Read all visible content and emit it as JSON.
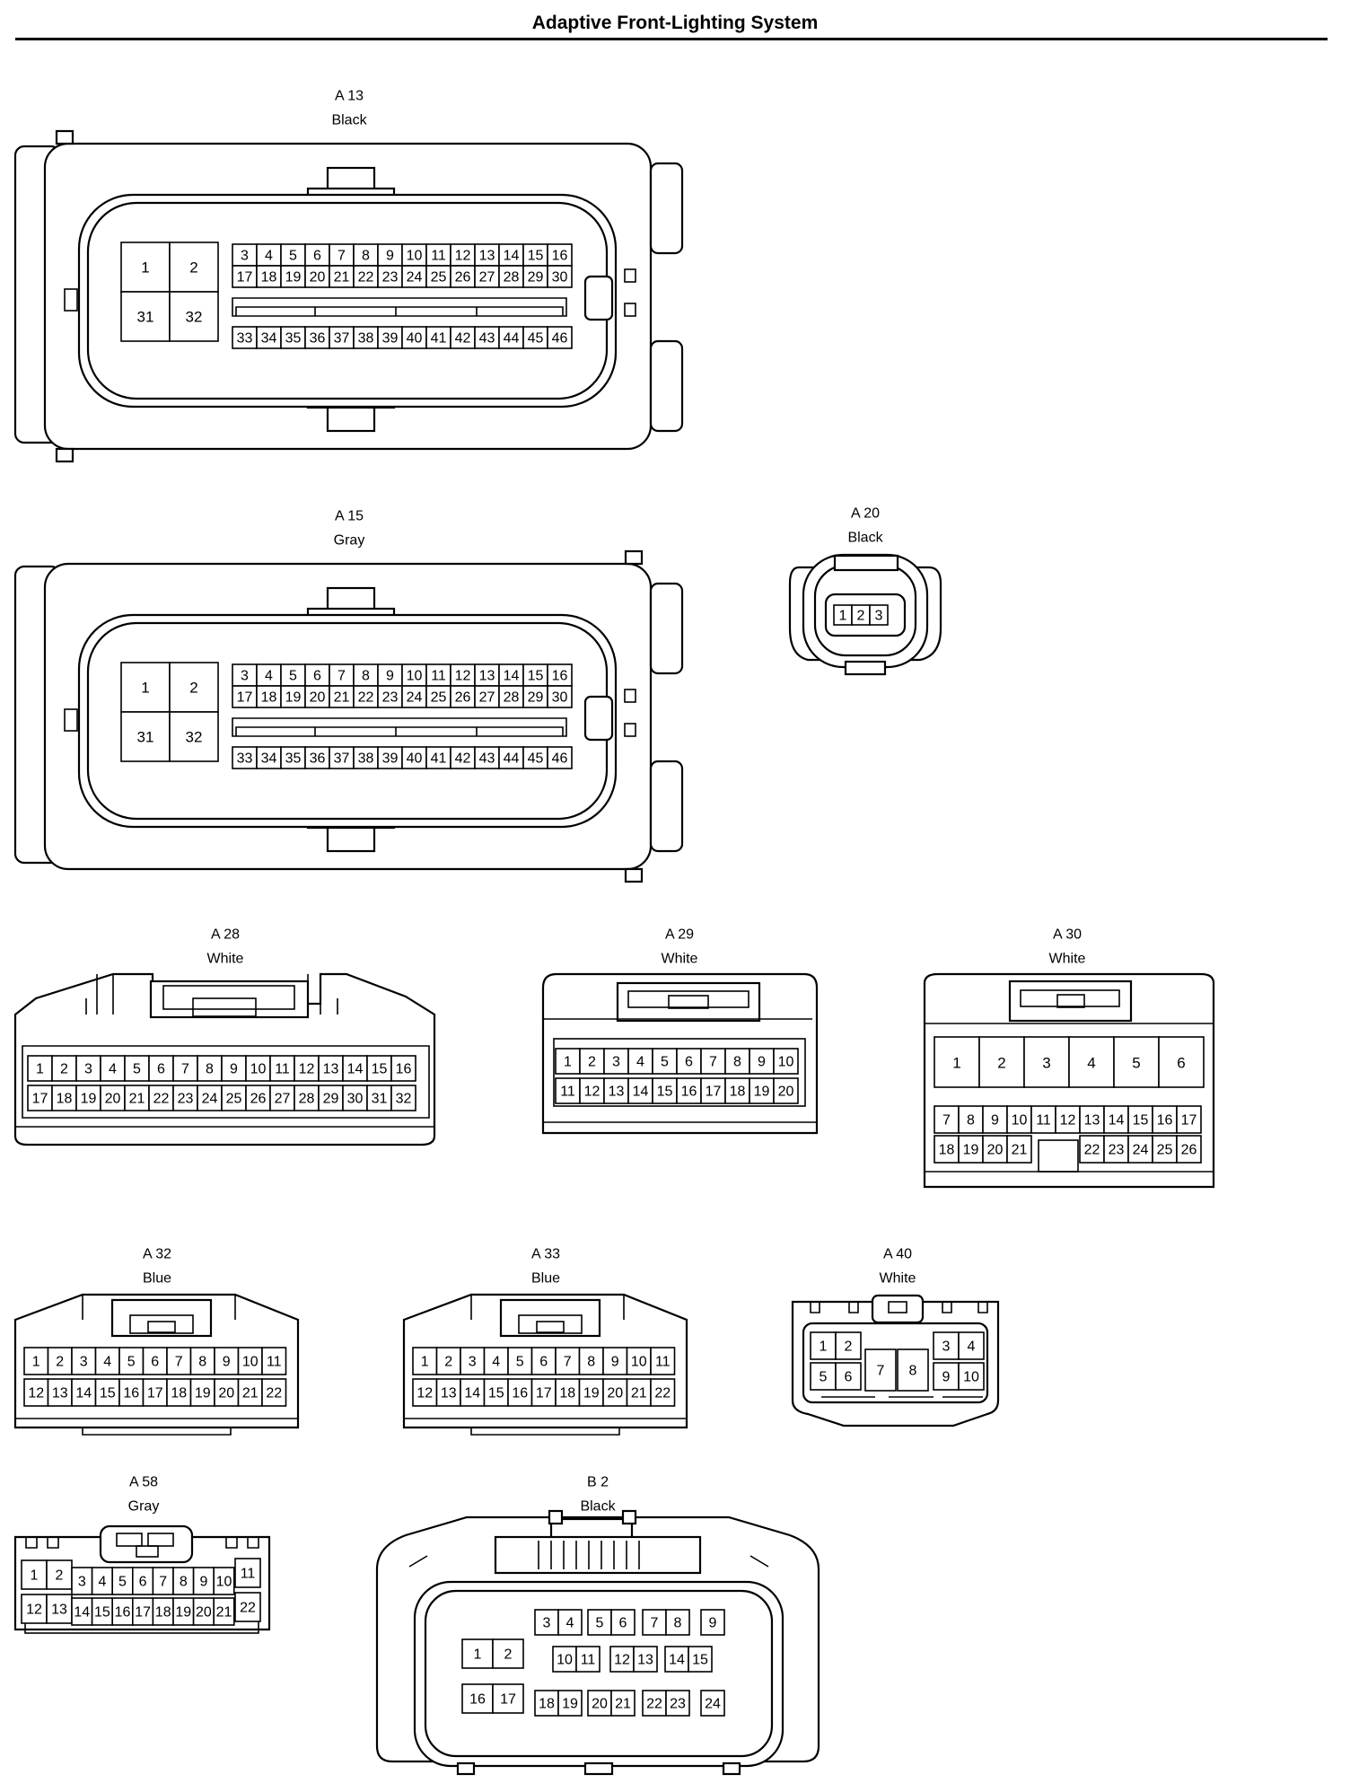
{
  "title": "Adaptive Front-Lighting System",
  "connectors": [
    {
      "id": "A 13",
      "color": "Black",
      "big_pins": [
        "1",
        "2",
        "31",
        "32"
      ],
      "rows": [
        [
          "3",
          "4",
          "5",
          "6",
          "7",
          "8",
          "9",
          "10",
          "11",
          "12",
          "13",
          "14",
          "15",
          "16"
        ],
        [
          "17",
          "18",
          "19",
          "20",
          "21",
          "22",
          "23",
          "24",
          "25",
          "26",
          "27",
          "28",
          "29",
          "30"
        ],
        [
          "33",
          "34",
          "35",
          "36",
          "37",
          "38",
          "39",
          "40",
          "41",
          "42",
          "43",
          "44",
          "45",
          "46"
        ]
      ]
    },
    {
      "id": "A 15",
      "color": "Gray",
      "big_pins": [
        "1",
        "2",
        "31",
        "32"
      ],
      "rows": [
        [
          "3",
          "4",
          "5",
          "6",
          "7",
          "8",
          "9",
          "10",
          "11",
          "12",
          "13",
          "14",
          "15",
          "16"
        ],
        [
          "17",
          "18",
          "19",
          "20",
          "21",
          "22",
          "23",
          "24",
          "25",
          "26",
          "27",
          "28",
          "29",
          "30"
        ],
        [
          "33",
          "34",
          "35",
          "36",
          "37",
          "38",
          "39",
          "40",
          "41",
          "42",
          "43",
          "44",
          "45",
          "46"
        ]
      ]
    },
    {
      "id": "A 20",
      "color": "Black",
      "rows": [
        [
          "1",
          "2",
          "3"
        ]
      ]
    },
    {
      "id": "A 28",
      "color": "White",
      "rows": [
        [
          "1",
          "2",
          "3",
          "4",
          "5",
          "6",
          "7",
          "8",
          "9",
          "10",
          "11",
          "12",
          "13",
          "14",
          "15",
          "16"
        ],
        [
          "17",
          "18",
          "19",
          "20",
          "21",
          "22",
          "23",
          "24",
          "25",
          "26",
          "27",
          "28",
          "29",
          "30",
          "31",
          "32"
        ]
      ]
    },
    {
      "id": "A 29",
      "color": "White",
      "rows": [
        [
          "1",
          "2",
          "3",
          "4",
          "5",
          "6",
          "7",
          "8",
          "9",
          "10"
        ],
        [
          "11",
          "12",
          "13",
          "14",
          "15",
          "16",
          "17",
          "18",
          "19",
          "20"
        ]
      ]
    },
    {
      "id": "A 30",
      "color": "White",
      "rows": [
        [
          "1",
          "2",
          "3",
          "4",
          "5",
          "6"
        ],
        [
          "7",
          "8",
          "9",
          "10",
          "11",
          "12",
          "13",
          "14",
          "15",
          "16",
          "17"
        ],
        [
          "18",
          "19",
          "20",
          "21",
          "22",
          "23",
          "24",
          "25",
          "26"
        ]
      ]
    },
    {
      "id": "A 32",
      "color": "Blue",
      "rows": [
        [
          "1",
          "2",
          "3",
          "4",
          "5",
          "6",
          "7",
          "8",
          "9",
          "10",
          "11"
        ],
        [
          "12",
          "13",
          "14",
          "15",
          "16",
          "17",
          "18",
          "19",
          "20",
          "21",
          "22"
        ]
      ]
    },
    {
      "id": "A 33",
      "color": "Blue",
      "rows": [
        [
          "1",
          "2",
          "3",
          "4",
          "5",
          "6",
          "7",
          "8",
          "9",
          "10",
          "11"
        ],
        [
          "12",
          "13",
          "14",
          "15",
          "16",
          "17",
          "18",
          "19",
          "20",
          "21",
          "22"
        ]
      ]
    },
    {
      "id": "A 40",
      "color": "White",
      "rows": [
        [
          "1",
          "2",
          "3",
          "4"
        ],
        [
          "5",
          "6",
          "7",
          "8",
          "9",
          "10"
        ]
      ]
    },
    {
      "id": "A 58",
      "color": "Gray",
      "rows": [
        [
          "1",
          "2",
          "3",
          "4",
          "5",
          "6",
          "7",
          "8",
          "9",
          "10",
          "11"
        ],
        [
          "12",
          "13",
          "14",
          "15",
          "16",
          "17",
          "18",
          "19",
          "20",
          "21",
          "22"
        ]
      ]
    },
    {
      "id": "B 2",
      "color": "Black",
      "rows": [
        [
          "1",
          "2",
          "3",
          "4",
          "5",
          "6",
          "7",
          "8",
          "9"
        ],
        [
          "10",
          "11",
          "12",
          "13",
          "14",
          "15"
        ],
        [
          "16",
          "17",
          "18",
          "19",
          "20",
          "21",
          "22",
          "23",
          "24"
        ]
      ]
    }
  ]
}
